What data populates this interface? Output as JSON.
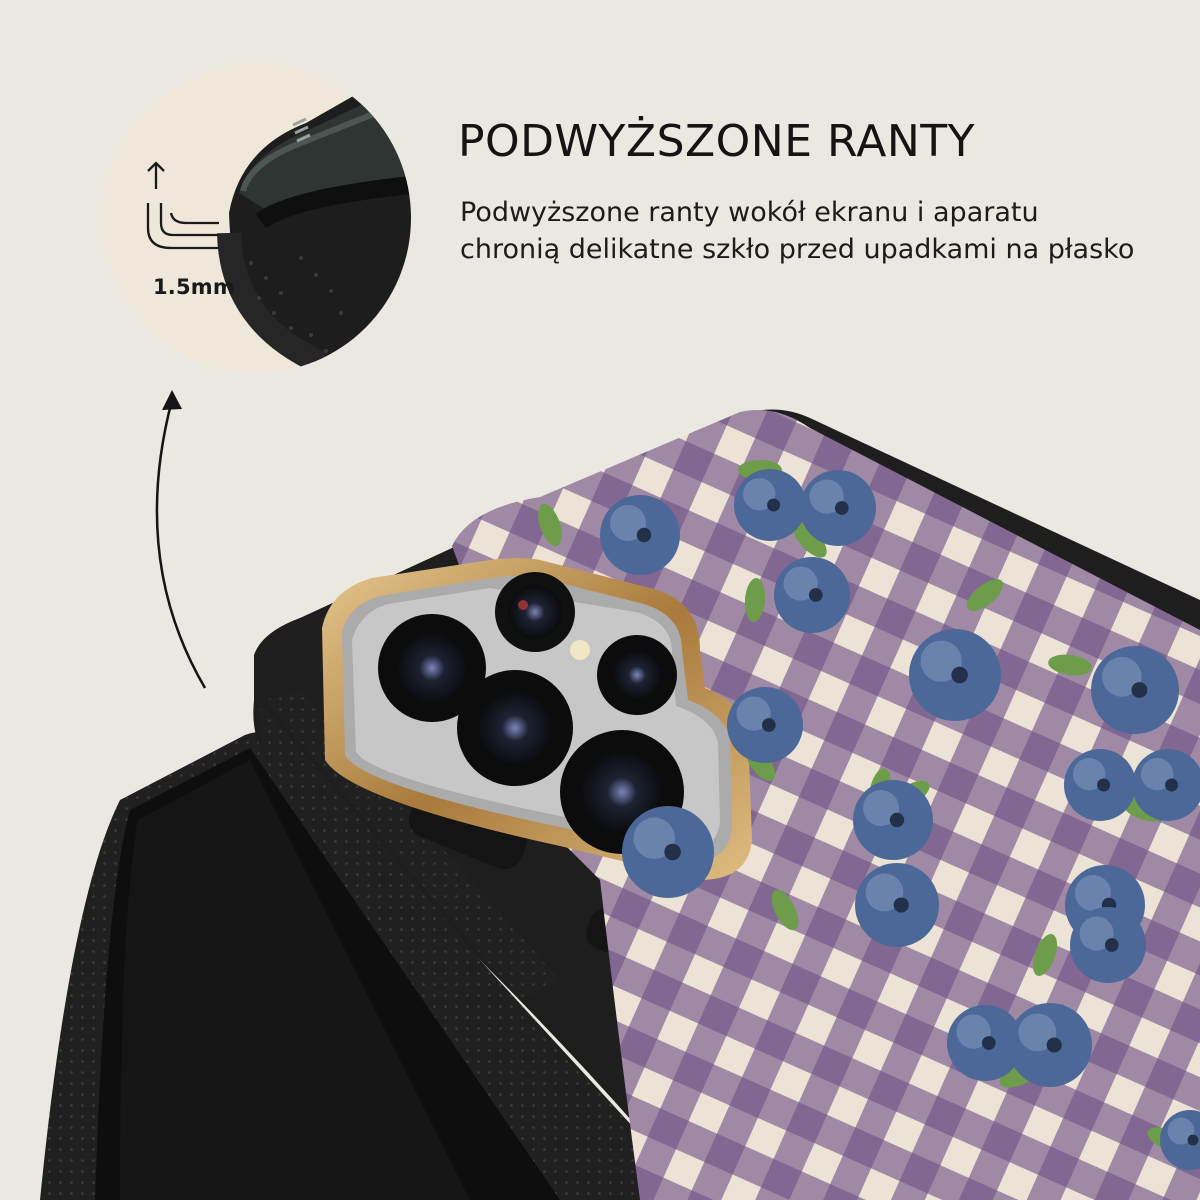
{
  "feature": {
    "title": "PODWYŻSZONE RANTY",
    "description_lines": [
      "Podwyższone ranty wokół ekranu i aparatu",
      "chronią delikatne szkło przed upadkami na płasko"
    ]
  },
  "zoom_callout": {
    "measurement": "1.5mm",
    "icon": "raised-edge-icon"
  },
  "product": {
    "case_color": "#1e1e1e",
    "gingham_light": "#ece2d5",
    "gingham_dark": "#6f5386",
    "camera_frame_color": "#c9a063",
    "berry_color": "#4b6898",
    "leaf_color": "#6d9c4a",
    "pattern_motif": "blueberry-icon"
  }
}
